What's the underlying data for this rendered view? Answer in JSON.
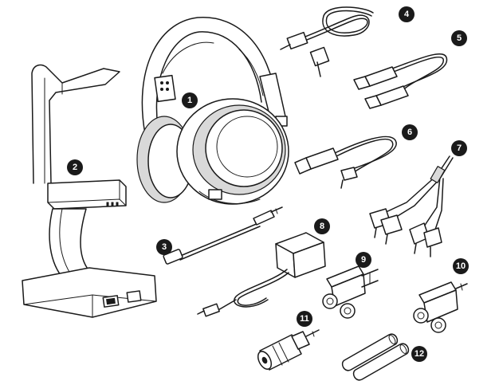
{
  "callouts": [
    {
      "id": "1",
      "label": "1"
    },
    {
      "id": "2",
      "label": "2"
    },
    {
      "id": "3",
      "label": "3"
    },
    {
      "id": "4",
      "label": "4"
    },
    {
      "id": "5",
      "label": "5"
    },
    {
      "id": "6",
      "label": "6"
    },
    {
      "id": "7",
      "label": "7"
    },
    {
      "id": "8",
      "label": "8"
    },
    {
      "id": "9",
      "label": "9"
    },
    {
      "id": "10",
      "label": "10"
    },
    {
      "id": "11",
      "label": "11"
    },
    {
      "id": "12",
      "label": "12"
    }
  ],
  "colors": {
    "ink": "#1a1a1a",
    "fill_gray": "#d9d9d9",
    "background": "#ffffff"
  }
}
